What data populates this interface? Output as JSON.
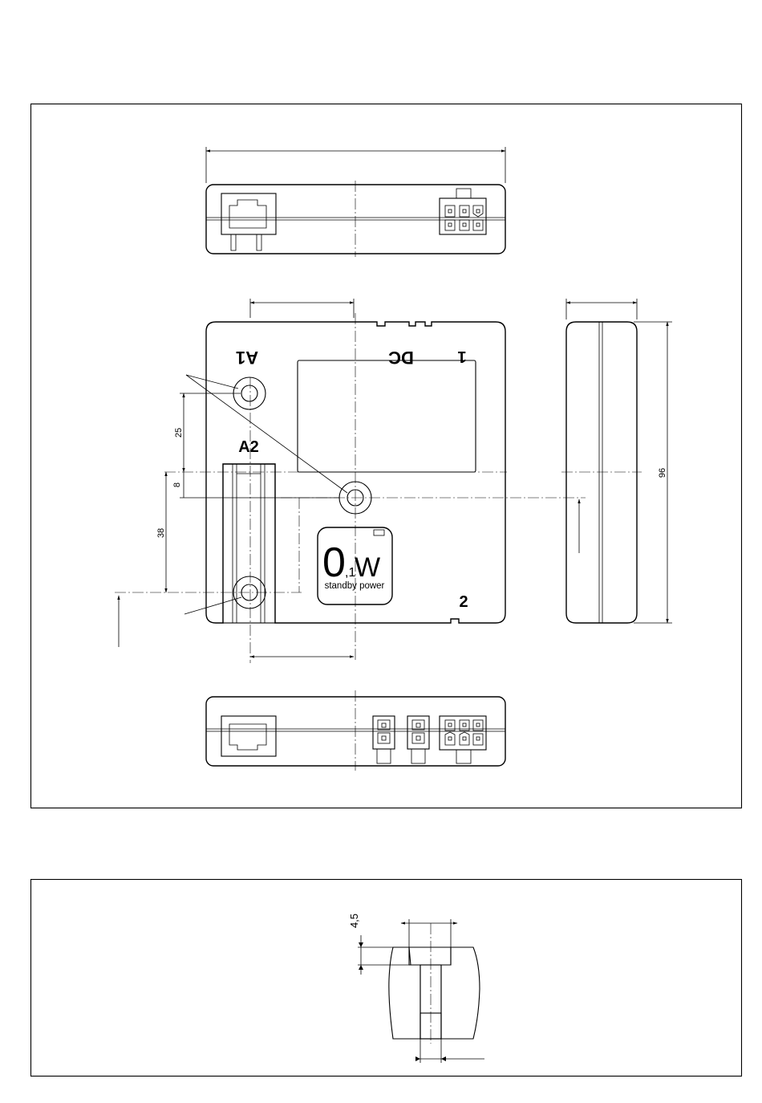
{
  "top_view": {
    "labels": {
      "a1": "A1",
      "dc": "DC",
      "one": "1",
      "a2": "A2",
      "two": "2"
    }
  },
  "badge": {
    "big": "0",
    "sub": ",1",
    "unit": "W",
    "caption": "standby power"
  },
  "dimensions": {
    "d25": "25",
    "d8": "8",
    "d38": "38",
    "d96": "96",
    "d45": "4,5"
  }
}
